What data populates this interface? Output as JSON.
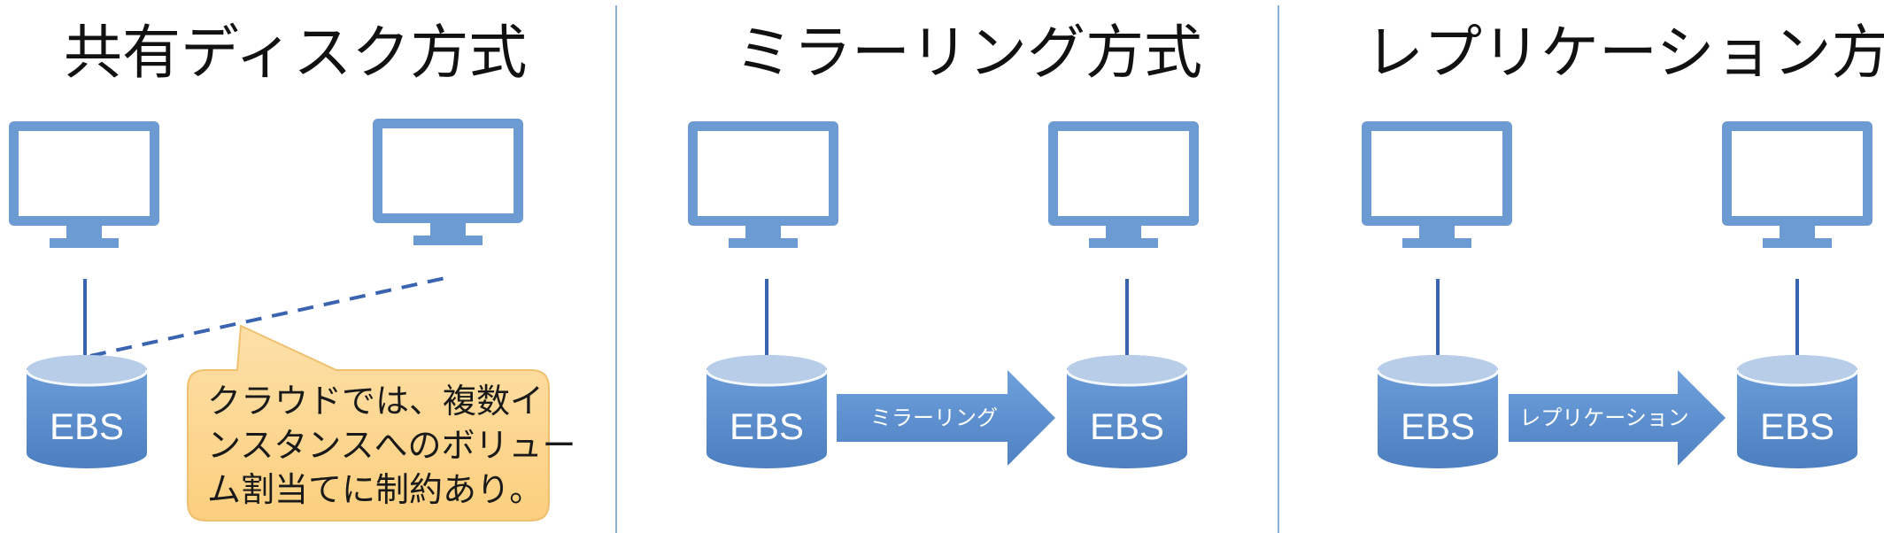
{
  "panels": [
    {
      "title": "共有ディスク方式",
      "ebs_label": "EBS",
      "callout_lines": [
        "クラウドでは、複数イ",
        "ンスタンスへのボリュー",
        "ム割当てに制約あり。"
      ]
    },
    {
      "title": "ミラーリング方式",
      "ebs_label_left": "EBS",
      "ebs_label_right": "EBS",
      "arrow_label": "ミラーリング"
    },
    {
      "title": "レプリケーション方式",
      "ebs_label_left": "EBS",
      "ebs_label_right": "EBS",
      "arrow_label": "レプリケーション"
    }
  ],
  "colors": {
    "monitor": "#6b9bd2",
    "cylinder_top": "#b7cde8",
    "cylinder_body": "#5b8fcf",
    "arrow": "#5b8fcf",
    "callout_fill": "#fdd99a",
    "callout_stroke": "#f0c070",
    "connector": "#3a63b0",
    "divider": "#8eb0d4"
  }
}
